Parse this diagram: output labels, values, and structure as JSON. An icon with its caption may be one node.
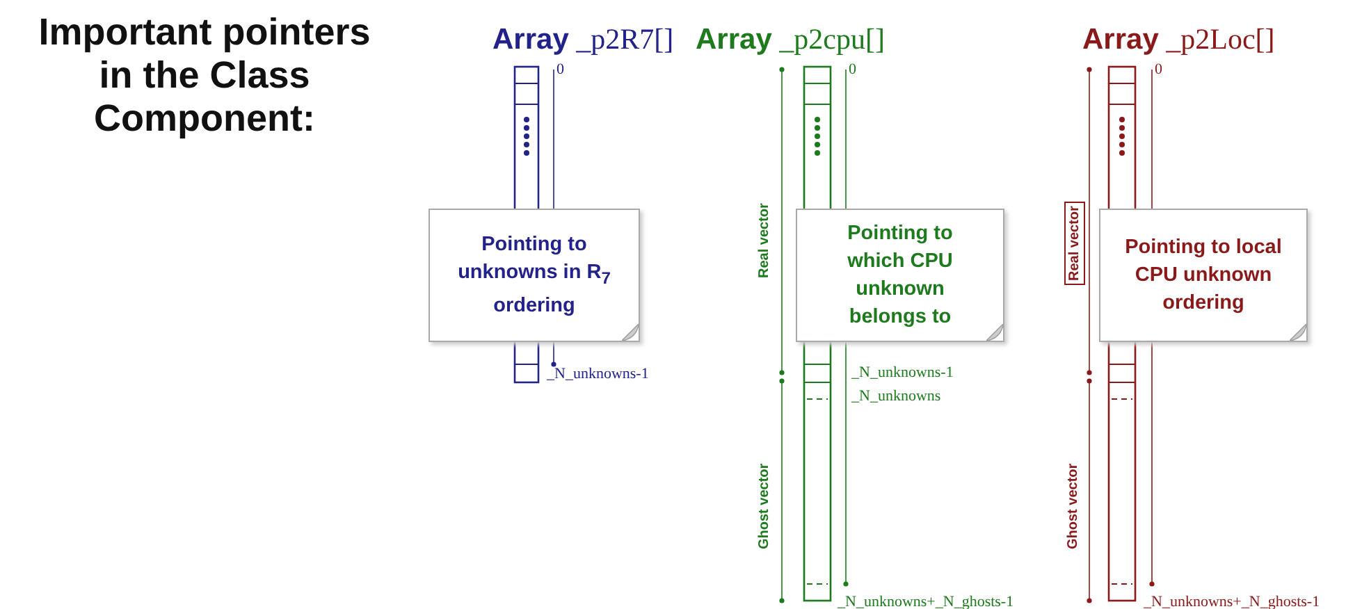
{
  "diagram": {
    "title": "Important pointers in the Class Component:",
    "nodes": [
      {
        "text": [
          "**Array** _p2R7[]"
        ]
      },
      {
        "text": [
          "Pointing to unknowns in R$_{7}$ ordering"
        ]
      },
      {
        "text": [
          "**Array** _p2cpu[]"
        ]
      },
      {
        "text": [
          "Pointing to which CPU unknown belongs to"
        ]
      },
      {
        "text": [
          "**Array** _p2Loc[]"
        ]
      },
      {
        "text": [
          "Pointing to local CPU unknown ordering"
        ]
      }
    ],
    "labels": [
      "0",
      "_N_unknowns-1",
      "Real vector",
      "0",
      "Ghost vector",
      "_N_unknowns-1",
      "_N_unknowns",
      "_N_unknowns+_N_ghosts-1",
      "Real vector",
      "0",
      "Ghost vector",
      "_N_unknowns+_N_ghosts-1"
    ]
  }
}
